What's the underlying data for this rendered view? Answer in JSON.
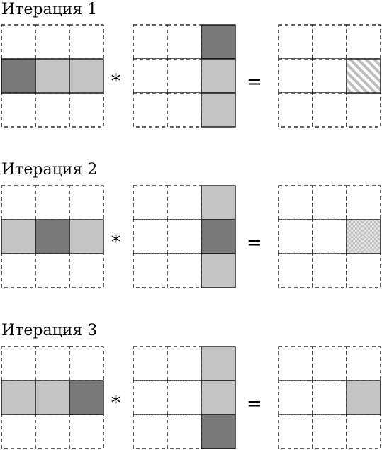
{
  "colors": {
    "dark": "#7a7a7a",
    "light": "#c4c4c4",
    "empty": "#ffffff",
    "stroke": "#000000"
  },
  "operators": {
    "multiply": "*",
    "equals": "="
  },
  "iterations": [
    {
      "title": "Итерация 1",
      "left": [
        [
          "empty",
          "empty",
          "empty"
        ],
        [
          "dark",
          "light",
          "light"
        ],
        [
          "empty",
          "empty",
          "empty"
        ]
      ],
      "middle": [
        [
          "empty",
          "empty",
          "dark"
        ],
        [
          "empty",
          "empty",
          "light"
        ],
        [
          "empty",
          "empty",
          "light"
        ]
      ],
      "result": [
        [
          "empty",
          "empty",
          "empty"
        ],
        [
          "empty",
          "empty",
          "hatch"
        ],
        [
          "empty",
          "empty",
          "empty"
        ]
      ]
    },
    {
      "title": "Итерация 2",
      "left": [
        [
          "empty",
          "empty",
          "empty"
        ],
        [
          "light",
          "dark",
          "light"
        ],
        [
          "empty",
          "empty",
          "empty"
        ]
      ],
      "middle": [
        [
          "empty",
          "empty",
          "light"
        ],
        [
          "empty",
          "empty",
          "dark"
        ],
        [
          "empty",
          "empty",
          "light"
        ]
      ],
      "result": [
        [
          "empty",
          "empty",
          "empty"
        ],
        [
          "empty",
          "empty",
          "checker"
        ],
        [
          "empty",
          "empty",
          "empty"
        ]
      ]
    },
    {
      "title": "Итерация 3",
      "left": [
        [
          "empty",
          "empty",
          "empty"
        ],
        [
          "light",
          "light",
          "dark"
        ],
        [
          "empty",
          "empty",
          "empty"
        ]
      ],
      "middle": [
        [
          "empty",
          "empty",
          "light"
        ],
        [
          "empty",
          "empty",
          "light"
        ],
        [
          "empty",
          "empty",
          "dark"
        ]
      ],
      "result": [
        [
          "empty",
          "empty",
          "empty"
        ],
        [
          "empty",
          "empty",
          "light"
        ],
        [
          "empty",
          "empty",
          "empty"
        ]
      ]
    }
  ]
}
